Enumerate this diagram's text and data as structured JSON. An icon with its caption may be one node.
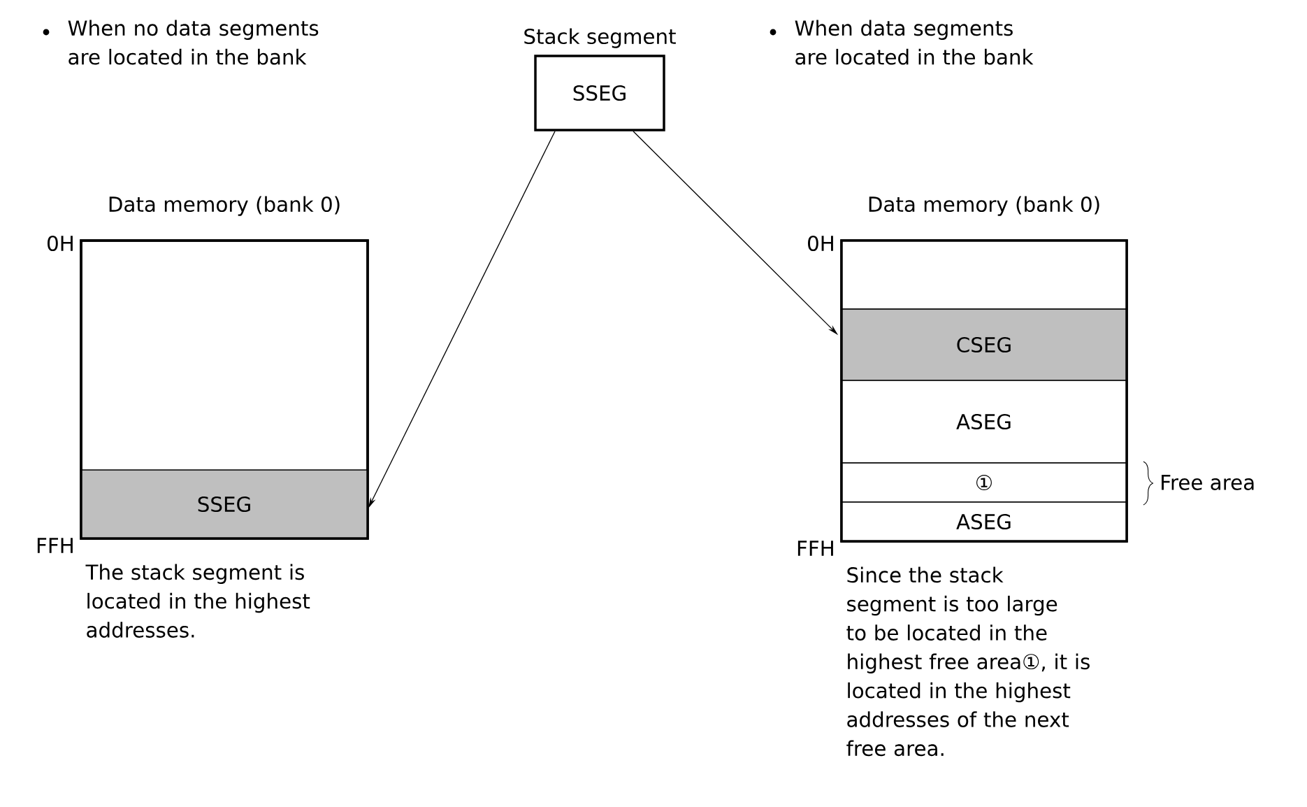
{
  "diagram": {
    "nodes": [
      {
        "text": [
          "Stack segment",
          "SSEG"
        ]
      },
      {
        "text": [
          "Data memory (bank 0)"
        ],
        "beside": [
          "0H",
          "FFH",
          "The stack segment is located in the highest addresses."
        ]
      },
      {
        "text": [
          "SSEG"
        ],
        "in": 1
      },
      {
        "text": [
          "Data memory (bank 0)"
        ],
        "beside": [
          "0H",
          "FFH",
          "Since the stack segment is too large to be located in the highest free area①, it is located in the highest addresses of the next free area."
        ]
      },
      {
        "text": [],
        "shape": "box",
        "in": 3
      },
      {
        "text": [
          "CSEG"
        ],
        "in": 3
      },
      {
        "text": [
          "ASEG"
        ],
        "in": 3
      },
      {
        "text": [
          "①"
        ],
        "in": 3,
        "beside": [
          "Free area"
        ]
      },
      {
        "text": [
          "ASEG"
        ],
        "in": 3
      }
    ],
    "edges": [
      {
        "from": 0,
        "to": 2,
        "arrow": "to"
      },
      {
        "from": 0,
        "to": 5,
        "arrow": "to"
      }
    ],
    "labels": [
      "When no data segments are located in the bank",
      "When data segments are located in the bank"
    ]
  }
}
